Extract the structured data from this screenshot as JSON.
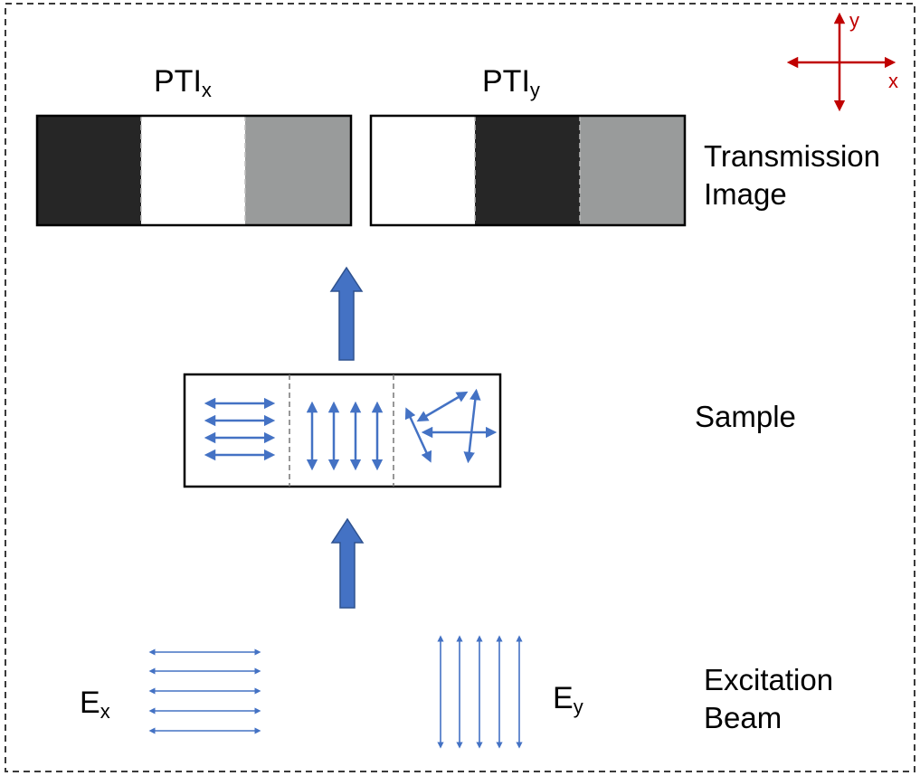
{
  "labels": {
    "pti_x": {
      "base": "PTI",
      "sub": "x"
    },
    "pti_y": {
      "base": "PTI",
      "sub": "y"
    },
    "transmission_line1": "Transmission",
    "transmission_line2": "Image",
    "sample": "Sample",
    "excitation_line1": "Excitation",
    "excitation_line2": "Beam",
    "e_x": {
      "base": "E",
      "sub": "x"
    },
    "e_y": {
      "base": "E",
      "sub": "y"
    },
    "axis_x": "x",
    "axis_y": "y"
  },
  "transmission_x": [
    "dark",
    "white",
    "gray"
  ],
  "transmission_y": [
    "white",
    "dark",
    "gray"
  ],
  "colors": {
    "dark": "#262626",
    "white": "#ffffff",
    "gray": "#999b9b",
    "arrow_blue": "#4472c4",
    "axis_red": "#c00000",
    "border": "#000000",
    "frame": "#3a3a3a"
  },
  "icons": {
    "flow_arrow": "up-arrow-icon",
    "polarization": "double-headed-arrow-icon",
    "axes": "xy-axes-icon"
  }
}
